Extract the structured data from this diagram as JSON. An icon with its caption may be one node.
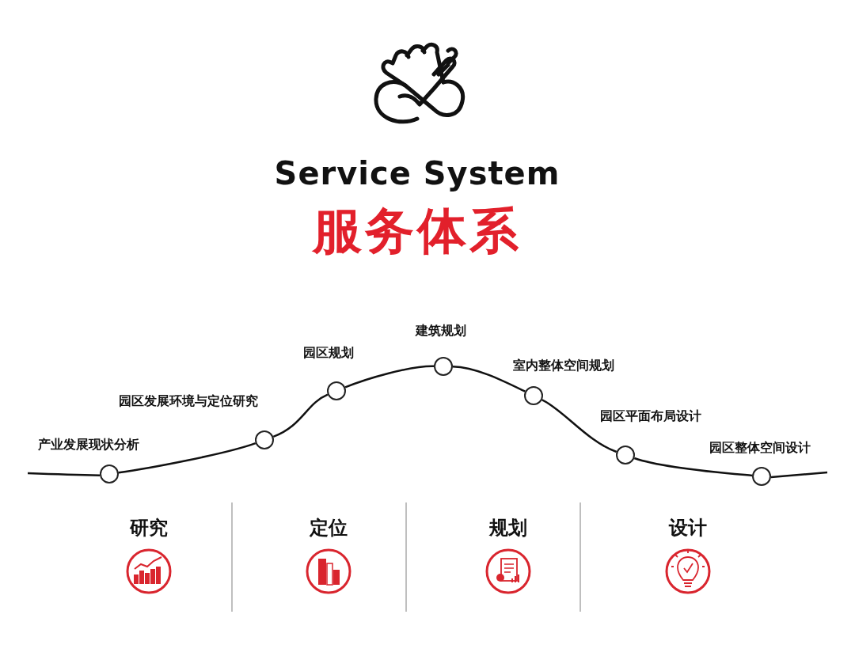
{
  "diagram": {
    "title": "Service System",
    "nodes": [
      {
        "text": [],
        "shape": "circle",
        "beside": [
          "产业发展现状分析"
        ]
      },
      {
        "text": [],
        "shape": "circle",
        "beside": [
          "园区发展环境与定位研究"
        ]
      },
      {
        "text": [],
        "shape": "circle",
        "beside": [
          "园区规划"
        ]
      },
      {
        "text": [],
        "shape": "circle",
        "beside": [
          "建筑规划"
        ]
      },
      {
        "text": [],
        "shape": "circle",
        "beside": [
          "室内整体空间规划"
        ]
      },
      {
        "text": [],
        "shape": "circle",
        "beside": [
          "园区平面布局设计"
        ]
      },
      {
        "text": [],
        "shape": "circle",
        "beside": [
          "园区整体空间设计"
        ]
      }
    ],
    "edges": [
      {
        "from": 0,
        "to": 1,
        "arrow": "none"
      },
      {
        "from": 1,
        "to": 2,
        "arrow": "none"
      },
      {
        "from": 2,
        "to": 3,
        "arrow": "none"
      },
      {
        "from": 3,
        "to": 4,
        "arrow": "none"
      },
      {
        "from": 4,
        "to": 5,
        "arrow": "none"
      },
      {
        "from": 5,
        "to": 6,
        "arrow": "none"
      }
    ],
    "labels": [
      "服务体系",
      "研究",
      "定位",
      "规划",
      "设计"
    ]
  }
}
